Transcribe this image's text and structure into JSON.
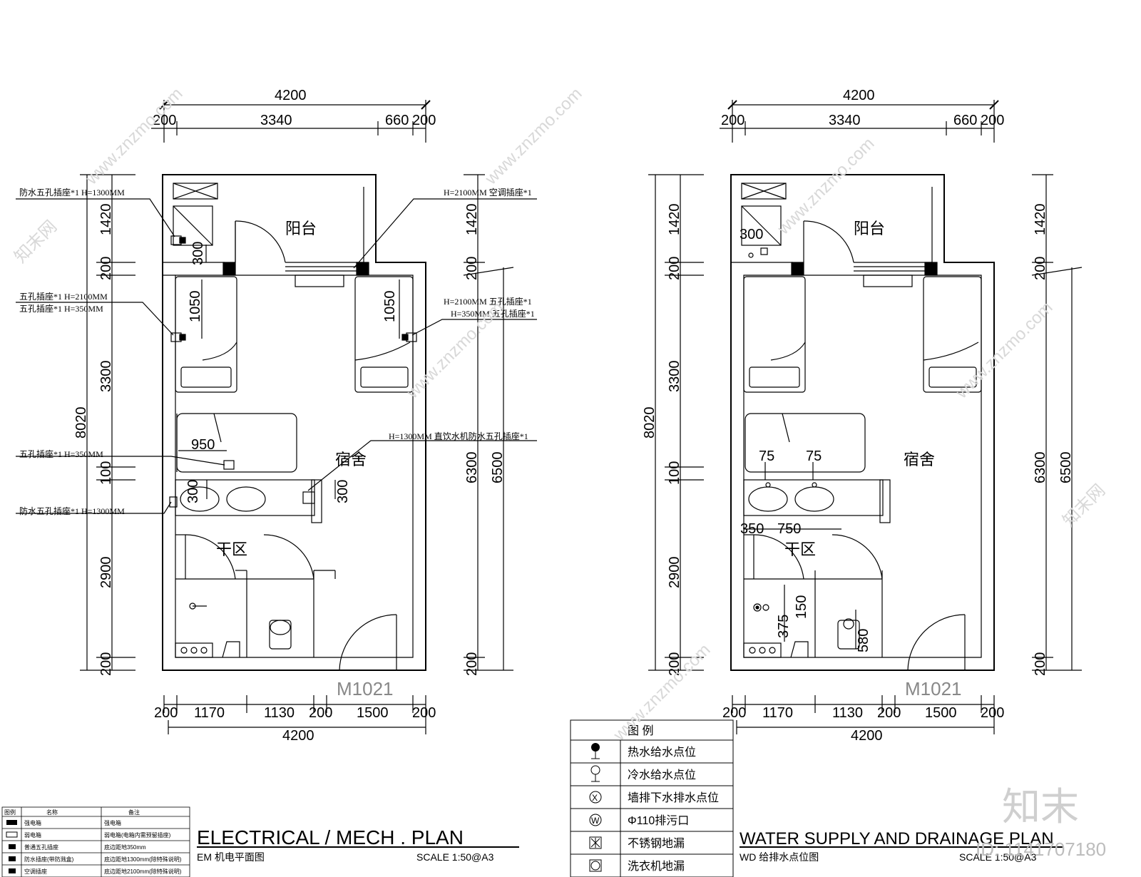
{
  "electrical_plan": {
    "top_total": "4200",
    "top_segments": [
      "200",
      "3340",
      "660",
      "200"
    ],
    "left_total": "8020",
    "left_segments": [
      "1420",
      "200",
      "3300",
      "100",
      "2900",
      "200"
    ],
    "right_total": "6500",
    "right_segments": [
      "1420",
      "200",
      "6300",
      "200"
    ],
    "bottom_segments": [
      "200",
      "1170",
      "1130",
      "200",
      "1500",
      "200"
    ],
    "bottom_total": "4200",
    "inner_dims": [
      "300",
      "1050",
      "1050",
      "950",
      "300",
      "300"
    ],
    "room_labels": {
      "balcony": "阳台",
      "dorm": "宿舍",
      "dry_zone": "干区",
      "door": "M1021"
    },
    "annotations": [
      "防水五孔插座*1   H=1300MM",
      "H=2100MM   空调插座*1",
      "五孔插座*1   H=2100MM",
      "五孔插座*1   H=350MM",
      "H=2100MM   五孔插座*1",
      "H=350MM   五孔插座*1",
      "五孔插座*1   H=350MM",
      "H=1300MM   直饮水机防水五孔插座*1",
      "防水五孔插座*1   H=1300MM"
    ],
    "title": "ELECTRICAL / MECH . PLAN",
    "subtitle": "EM  机电平面图",
    "scale": "SCALE  1:50@A3"
  },
  "water_plan": {
    "top_total": "4200",
    "top_segments": [
      "200",
      "3340",
      "660",
      "200"
    ],
    "left_total": "8020",
    "left_segments": [
      "1420",
      "200",
      "3300",
      "100",
      "2900",
      "200"
    ],
    "right_total": "6500",
    "right_segments": [
      "1420",
      "200",
      "6300",
      "200"
    ],
    "bottom_segments": [
      "200",
      "1170",
      "1130",
      "200",
      "1500",
      "200"
    ],
    "bottom_total": "4200",
    "inner_dims": [
      "300",
      "75",
      "75",
      "350",
      "750",
      "150",
      "375",
      "580"
    ],
    "room_labels": {
      "balcony": "阳台",
      "dorm": "宿舍",
      "dry_zone": "干区",
      "door": "M1021"
    },
    "title": "WATER SUPPLY AND DRAINAGE PLAN",
    "subtitle": "WD  给排水点位图",
    "scale": "SCALE  1:50@A3"
  },
  "water_legend": {
    "heading": "图      例",
    "items": [
      {
        "icon": "hot-water-icon",
        "label": "热水给水点位"
      },
      {
        "icon": "cold-water-icon",
        "label": "冷水给水点位"
      },
      {
        "icon": "wall-drain-x-icon",
        "label": "墙排下水排水点位"
      },
      {
        "icon": "sewage-w-icon",
        "label": "Φ110排污口"
      },
      {
        "icon": "floor-drain-icon",
        "label": "不锈钢地漏"
      },
      {
        "icon": "washer-drain-icon",
        "label": "洗衣机地漏"
      }
    ]
  },
  "electrical_legend": {
    "headers": [
      "图例",
      "名称",
      "备注"
    ],
    "rows": [
      [
        "强电箱",
        "强电箱"
      ],
      [
        "弱电箱",
        "弱电箱(电箱内需预留插座)"
      ],
      [
        "普通五孔插座",
        "底边距地350mm"
      ],
      [
        "防水插座(带防溅盒)",
        "底边距地1300mm(除特殊说明)"
      ],
      [
        "空调插座",
        "底边距地2100mm(除特殊说明)"
      ]
    ]
  },
  "watermark": {
    "site": "www.znzmo.com",
    "brand": "知末网",
    "logo": "知末",
    "id": "ID: 1141707180"
  }
}
